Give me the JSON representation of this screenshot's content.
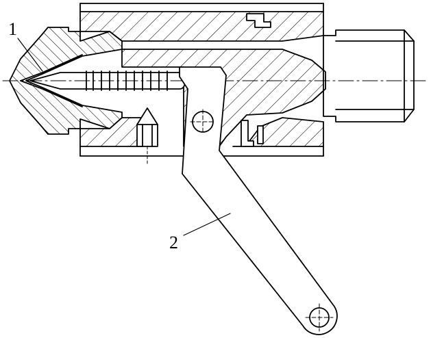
{
  "drawing": {
    "type": "mechanical-section-drawing",
    "subject": "nozzle-with-lever",
    "line_color": "#000000",
    "background_color": "#ffffff"
  },
  "labels": [
    {
      "id": "1",
      "text": "1"
    },
    {
      "id": "2",
      "text": "2"
    }
  ]
}
